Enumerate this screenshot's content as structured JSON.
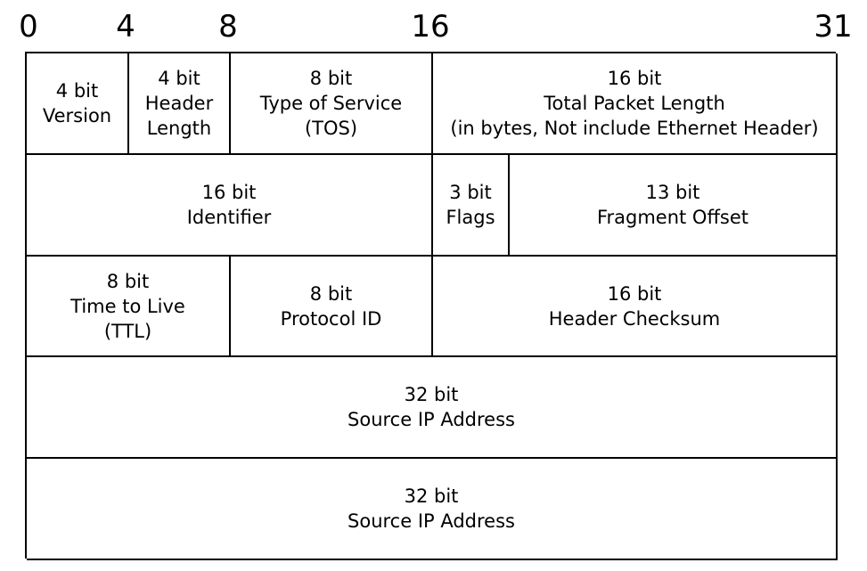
{
  "bit_markers": [
    "0",
    "4",
    "8",
    "16",
    "31"
  ],
  "rows": [
    {
      "fields": [
        {
          "lines": [
            "4 bit",
            "Version"
          ]
        },
        {
          "lines": [
            "4 bit",
            "Header",
            "Length"
          ]
        },
        {
          "lines": [
            "8 bit",
            "Type of Service",
            "(TOS)"
          ]
        },
        {
          "lines": [
            "16 bit",
            "Total Packet Length",
            "(in bytes, Not include Ethernet Header)"
          ]
        }
      ]
    },
    {
      "fields": [
        {
          "lines": [
            "16 bit",
            "Identifier"
          ]
        },
        {
          "lines": [
            "3 bit",
            "Flags"
          ]
        },
        {
          "lines": [
            "13 bit",
            "Fragment Offset"
          ]
        }
      ]
    },
    {
      "fields": [
        {
          "lines": [
            "8 bit",
            "Time to Live",
            "(TTL)"
          ]
        },
        {
          "lines": [
            "8 bit",
            "Protocol ID"
          ]
        },
        {
          "lines": [
            "16 bit",
            "Header Checksum"
          ]
        }
      ]
    },
    {
      "fields": [
        {
          "lines": [
            "32 bit",
            "Source IP Address"
          ]
        }
      ]
    },
    {
      "fields": [
        {
          "lines": [
            "32 bit",
            "Source IP Address"
          ]
        }
      ]
    }
  ]
}
